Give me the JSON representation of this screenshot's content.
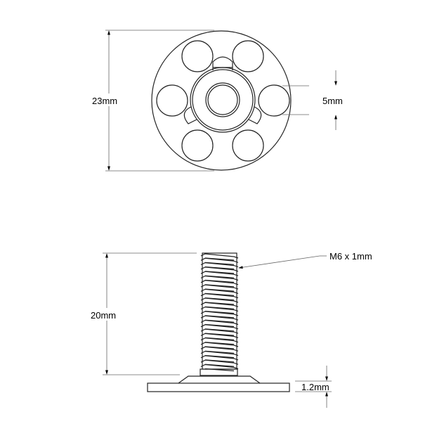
{
  "top_view": {
    "diameter_label": "23mm",
    "hole_label": "5mm"
  },
  "side_view": {
    "length_label": "20mm",
    "thread_label": "M6 x 1mm",
    "flange_thickness_label": "1.2mm"
  },
  "colors": {
    "line": "#222222",
    "dimension": "#666666"
  }
}
